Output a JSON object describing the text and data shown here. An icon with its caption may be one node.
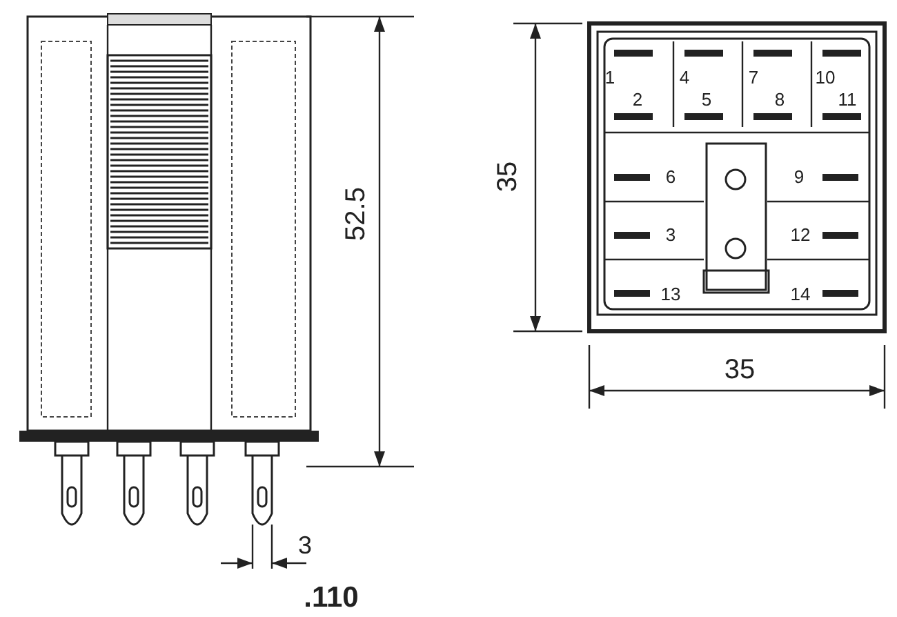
{
  "diagram": {
    "labels": [
      "52.5",
      "35",
      "1",
      "4",
      "7",
      "10",
      "2",
      "5",
      "8",
      "11",
      "6",
      "9",
      "3",
      "12",
      "13",
      "14",
      "35",
      "3",
      ".110"
    ]
  }
}
